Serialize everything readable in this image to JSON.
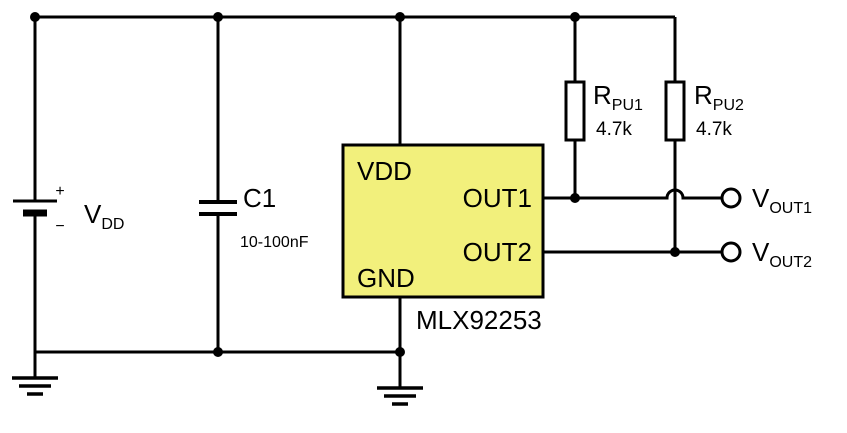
{
  "colors": {
    "chip_fill": "#f2f07c",
    "wire": "#000000"
  },
  "chip": {
    "part_number": "MLX92253",
    "pin_vdd": "VDD",
    "pin_gnd": "GND",
    "pin_out1": "OUT1",
    "pin_out2": "OUT2"
  },
  "supply": {
    "plus": "+",
    "minus": "−",
    "label_main": "V",
    "label_sub": "DD"
  },
  "capacitor": {
    "name": "C1",
    "value": "10-100nF"
  },
  "resistors": [
    {
      "name_main": "R",
      "name_sub": "PU1",
      "value": "4.7k"
    },
    {
      "name_main": "R",
      "name_sub": "PU2",
      "value": "4.7k"
    }
  ],
  "outputs": [
    {
      "label_main": "V",
      "label_sub": "OUT1"
    },
    {
      "label_main": "V",
      "label_sub": "OUT2"
    }
  ]
}
